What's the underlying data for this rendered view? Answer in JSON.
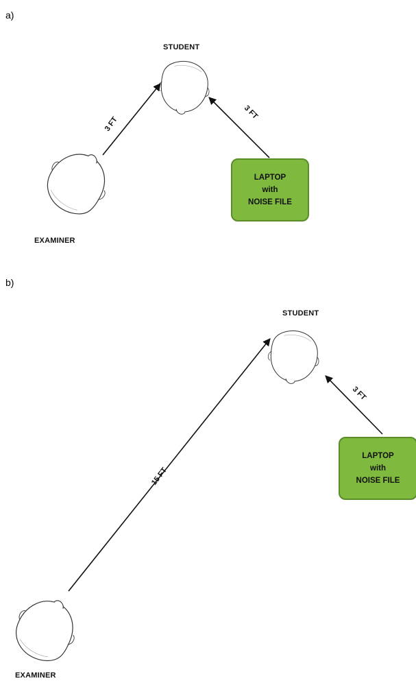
{
  "panel_a": {
    "letter": "a)",
    "student_label": "STUDENT",
    "examiner_label": "EXAMINER",
    "laptop_box": {
      "line1": "LAPTOP",
      "line2": "with",
      "line3": "NOISE FILE"
    },
    "examiner_distance": "3 FT",
    "laptop_distance": "3 FT"
  },
  "panel_b": {
    "letter": "b)",
    "student_label": "STUDENT",
    "examiner_label": "EXAMINER",
    "laptop_box": {
      "line1": "LAPTOP",
      "line2": "with",
      "line3": "NOISE FILE"
    },
    "examiner_distance": "15 FT",
    "laptop_distance": "3 FT"
  },
  "colors": {
    "laptop_fill": "#7fba3f",
    "laptop_border": "#5a8d2a"
  }
}
